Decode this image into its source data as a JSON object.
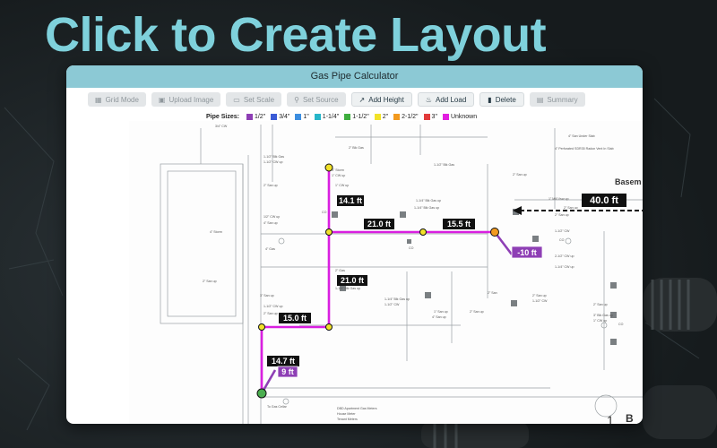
{
  "headline": "Click to Create Layout",
  "window": {
    "title": "Gas Pipe Calculator"
  },
  "toolbar": [
    {
      "label": "Grid Mode",
      "icon": "grid-icon",
      "active": false
    },
    {
      "label": "Upload Image",
      "icon": "image-icon",
      "active": false
    },
    {
      "label": "Set Scale",
      "icon": "ruler-icon",
      "active": false
    },
    {
      "label": "Set Source",
      "icon": "pin-icon",
      "active": false
    },
    {
      "label": "Add Height",
      "icon": "arrow-up-right-icon",
      "active": true
    },
    {
      "label": "Add Load",
      "icon": "flame-icon",
      "active": true
    },
    {
      "label": "Delete",
      "icon": "trash-icon",
      "active": true
    },
    {
      "label": "Summary",
      "icon": "clipboard-icon",
      "active": false
    }
  ],
  "legend": {
    "title": "Pipe Sizes:",
    "items": [
      {
        "label": "1/2\"",
        "color": "#8e3fb5"
      },
      {
        "label": "3/4\"",
        "color": "#3b5bd6"
      },
      {
        "label": "1\"",
        "color": "#3d8ee0"
      },
      {
        "label": "1-1/4\"",
        "color": "#27b6c9"
      },
      {
        "label": "1-1/2\"",
        "color": "#3fae3f"
      },
      {
        "label": "2\"",
        "color": "#f2e229"
      },
      {
        "label": "2-1/2\"",
        "color": "#f29a1f"
      },
      {
        "label": "3\"",
        "color": "#e23b3b"
      },
      {
        "label": "Unknown",
        "color": "#e21fe0"
      }
    ]
  },
  "pipe_labels": {
    "l1": "14.1 ft",
    "l2": "21.0 ft",
    "l3": "15.5 ft",
    "l4": "21.0 ft",
    "l5": "15.0 ft",
    "l6": "14.7 ft",
    "height1": "9 ft",
    "height2": "-10 ft",
    "source": "40.0 ft"
  },
  "drawing_text": {
    "basement": "Basem",
    "page_ref": "1",
    "page_ref_letter": "B",
    "notes": [
      "3/4\" CW",
      "1-1/2\" Blk Gas",
      "1-1/2\" CW up",
      "2\" Blk Gas",
      "4\" Storm",
      "1\" CW up",
      "1-1/2\" Blk Gas",
      "2\" San up",
      "4\" Storm",
      "1-1/4\" Blk Gas up",
      "1/2\" CW up",
      "1\" CW up",
      "4\" San up",
      "2\" San up",
      "4\" Gas",
      "2\" Gas",
      "3\" San up",
      "1-1/2\" CW up",
      "2\" San up",
      "1-1/4\" Blk Gas up",
      "1-1/2\" CW",
      "1\" San up",
      "1-1/4\" Blk Gas up",
      "2\" San up",
      "4\" San up",
      "2\" San",
      "4\" Perforated SDR35 Radon Vent In Slab",
      "4\" San Under Slab",
      "2\" San up",
      "1\" Mill Vsw up",
      "2\" San up",
      "1-1/2\" CW",
      "2\" San up",
      "1-1/2\" CW",
      "2-1/2\" CW up",
      "1-1/4\" CW up",
      "2\" San up",
      "3\" Blk Gas up",
      "1\" CW up",
      "2\" San up",
      "1-1/4\" Blk Gas up",
      "CO",
      "CO",
      "CO",
      "CO",
      "DBD Apartment Gas Meters",
      "House Meter",
      "Tenant Meters",
      "To Gas Cellar"
    ]
  }
}
